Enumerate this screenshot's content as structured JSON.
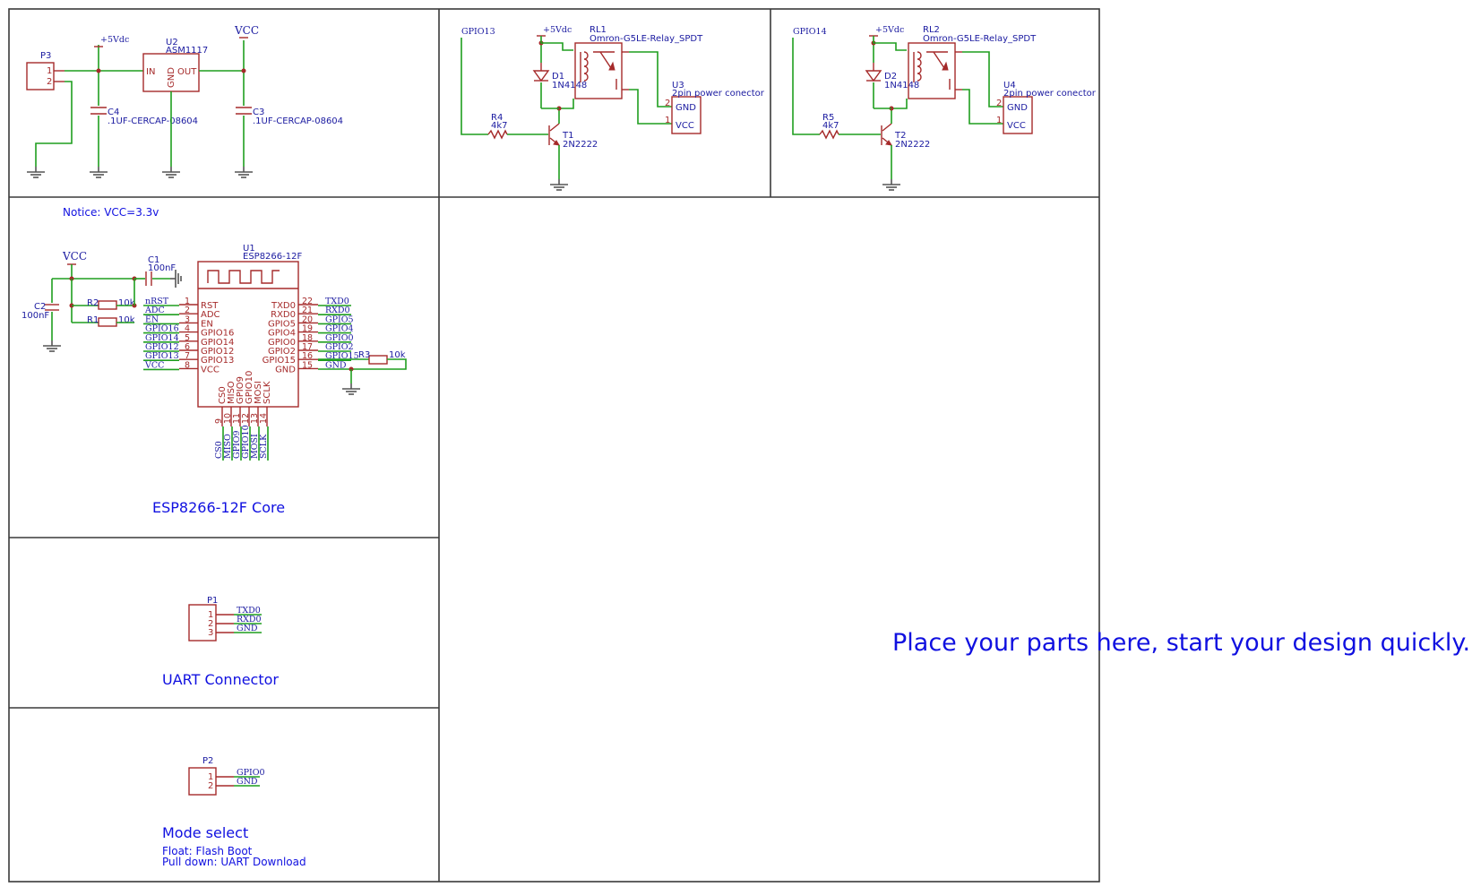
{
  "notice": "Notice: VCC=3.3v",
  "placeholder_text": "Place your parts here, start your design quickly.",
  "sections": {
    "core_title": "ESP8266-12F Core",
    "uart_title": "UART Connector",
    "mode_title": "Mode select",
    "mode_note_1": "Float: Flash Boot",
    "mode_note_2": "Pull down: UART Download"
  },
  "power_supply": {
    "p3": {
      "ref": "P3",
      "pin1": "1",
      "pin2": "2"
    },
    "v5_label": "+5Vdc",
    "vcc_label": "VCC",
    "u2": {
      "ref": "U2",
      "value": "ASM1117",
      "in": "IN",
      "out": "OUT",
      "gnd": "GND"
    },
    "c4": {
      "ref": "C4",
      "value": ".1UF-CERCAP-08604"
    },
    "c3": {
      "ref": "C3",
      "value": ".1UF-CERCAP-08604"
    }
  },
  "relay1": {
    "gpio": "GPIO13",
    "v5": "+5Vdc",
    "rl": {
      "ref": "RL1",
      "value": "Omron-G5LE-Relay_SPDT"
    },
    "d": {
      "ref": "D1",
      "value": "1N4148"
    },
    "r": {
      "ref": "R4",
      "value": "4k7"
    },
    "t": {
      "ref": "T1",
      "value": "2N2222"
    },
    "u": {
      "ref": "U3",
      "value": "2pin power conector",
      "pin2": "2",
      "pin1": "1",
      "gnd": "GND",
      "vcc": "VCC"
    }
  },
  "relay2": {
    "gpio": "GPIO14",
    "v5": "+5Vdc",
    "rl": {
      "ref": "RL2",
      "value": "Omron-G5LE-Relay_SPDT"
    },
    "d": {
      "ref": "D2",
      "value": "1N4148"
    },
    "r": {
      "ref": "R5",
      "value": "4k7"
    },
    "t": {
      "ref": "T2",
      "value": "2N2222"
    },
    "u": {
      "ref": "U4",
      "value": "2pin power conector",
      "pin2": "2",
      "pin1": "1",
      "gnd": "GND",
      "vcc": "VCC"
    }
  },
  "core": {
    "vcc_label": "VCC",
    "c1": {
      "ref": "C1",
      "value": "100nF"
    },
    "c2": {
      "ref": "C2",
      "value": "100nF"
    },
    "r1": {
      "ref": "R1",
      "value": "10k"
    },
    "r2": {
      "ref": "R2",
      "value": "10k"
    },
    "r3": {
      "ref": "R3",
      "value": "10k"
    },
    "u1": {
      "ref": "U1",
      "value": "ESP8266-12F"
    },
    "left_pins": [
      {
        "num": "1",
        "name": "RST",
        "net": "nRST"
      },
      {
        "num": "2",
        "name": "ADC",
        "net": "ADC"
      },
      {
        "num": "3",
        "name": "EN",
        "net": "EN"
      },
      {
        "num": "4",
        "name": "GPIO16",
        "net": "GPIO16"
      },
      {
        "num": "5",
        "name": "GPIO14",
        "net": "GPIO14"
      },
      {
        "num": "6",
        "name": "GPIO12",
        "net": "GPIO12"
      },
      {
        "num": "7",
        "name": "GPIO13",
        "net": "GPIO13"
      },
      {
        "num": "8",
        "name": "VCC",
        "net": "VCC"
      }
    ],
    "right_pins": [
      {
        "num": "22",
        "name": "TXD0",
        "net": "TXD0"
      },
      {
        "num": "21",
        "name": "RXD0",
        "net": "RXD0"
      },
      {
        "num": "20",
        "name": "GPIO5",
        "net": "GPIO5"
      },
      {
        "num": "19",
        "name": "GPIO4",
        "net": "GPIO4"
      },
      {
        "num": "18",
        "name": "GPIO0",
        "net": "GPIO0"
      },
      {
        "num": "17",
        "name": "GPIO2",
        "net": "GPIO2"
      },
      {
        "num": "16",
        "name": "GPIO15",
        "net": "GPIO15"
      },
      {
        "num": "15",
        "name": "GND",
        "net": "GND"
      }
    ],
    "bottom_pins": [
      {
        "num": "9",
        "name": "CS0",
        "net": "CS0"
      },
      {
        "num": "10",
        "name": "MISO",
        "net": "MISO"
      },
      {
        "num": "11",
        "name": "GPIO9",
        "net": "GPIO9"
      },
      {
        "num": "12",
        "name": "GPIO10",
        "net": "GPIO10"
      },
      {
        "num": "13",
        "name": "MOSI",
        "net": "MOSI"
      },
      {
        "num": "14",
        "name": "SCLK",
        "net": "SCLK"
      }
    ]
  },
  "uart": {
    "p1": {
      "ref": "P1"
    },
    "pins": [
      {
        "num": "1",
        "net": "TXD0"
      },
      {
        "num": "2",
        "net": "RXD0"
      },
      {
        "num": "3",
        "net": "GND"
      }
    ]
  },
  "mode": {
    "p2": {
      "ref": "P2"
    },
    "pins": [
      {
        "num": "1",
        "net": "GPIO0"
      },
      {
        "num": "2",
        "net": "GND"
      }
    ]
  }
}
